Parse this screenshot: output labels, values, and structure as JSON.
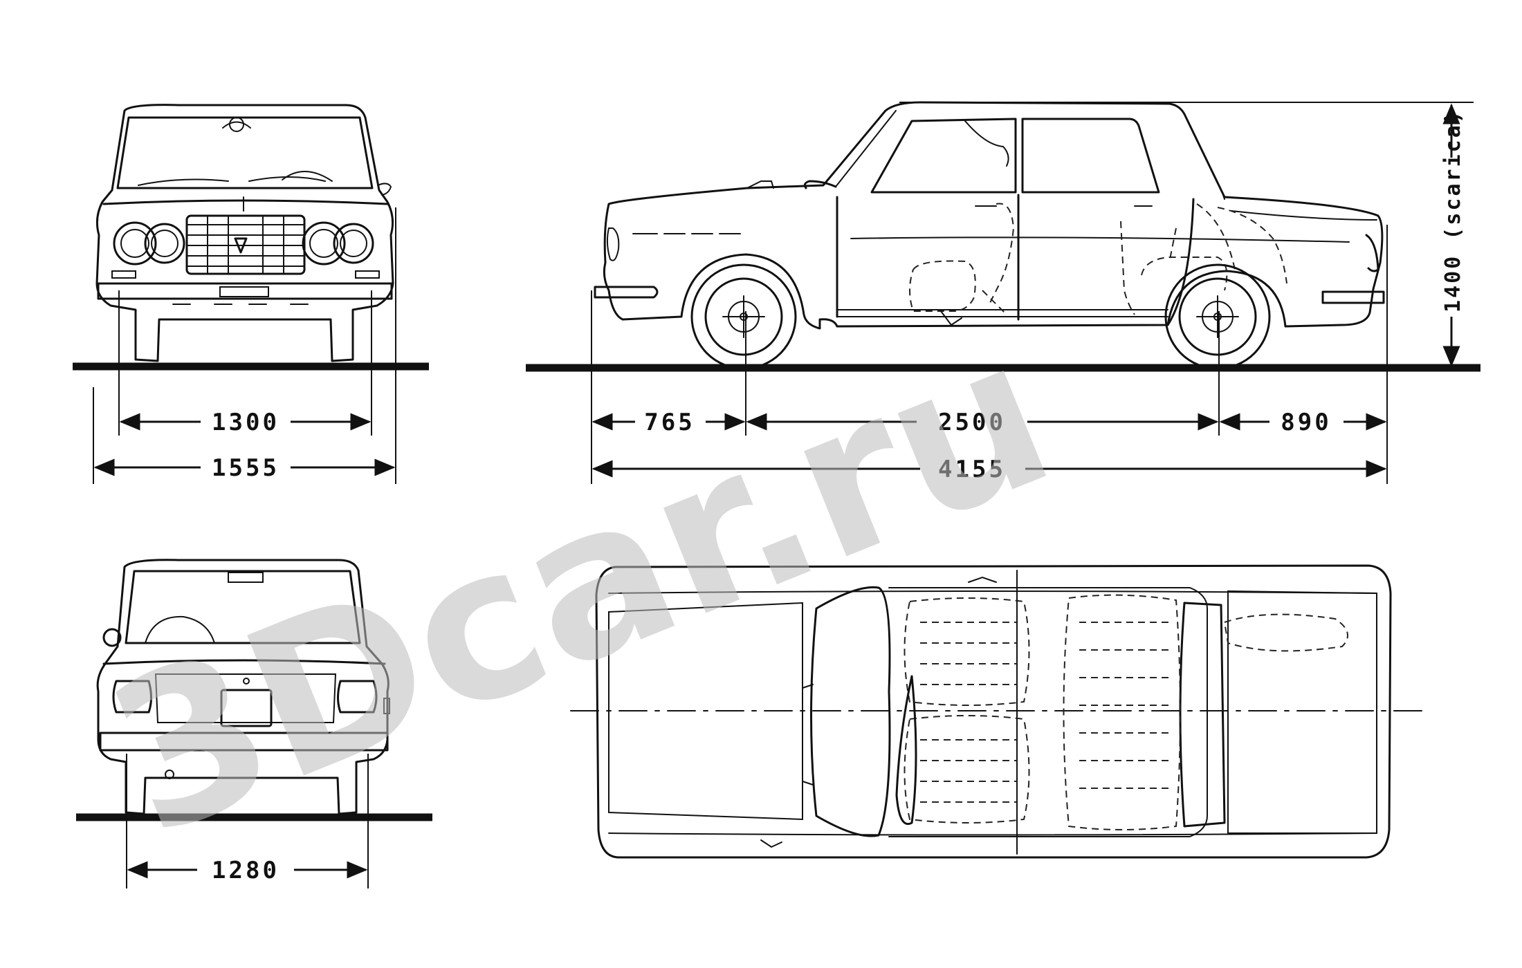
{
  "dimensions": {
    "front_track": "1300",
    "overall_width": "1555",
    "rear_track": "1280",
    "front_overhang": "765",
    "wheelbase": "2500",
    "rear_overhang": "890",
    "overall_length": "4155",
    "height": "1400 (scarica)"
  },
  "watermark": {
    "text": "3Dcar.ru"
  },
  "colors": {
    "ink": "#111111",
    "watermark": "#bdbdbd",
    "paper": "#ffffff"
  }
}
